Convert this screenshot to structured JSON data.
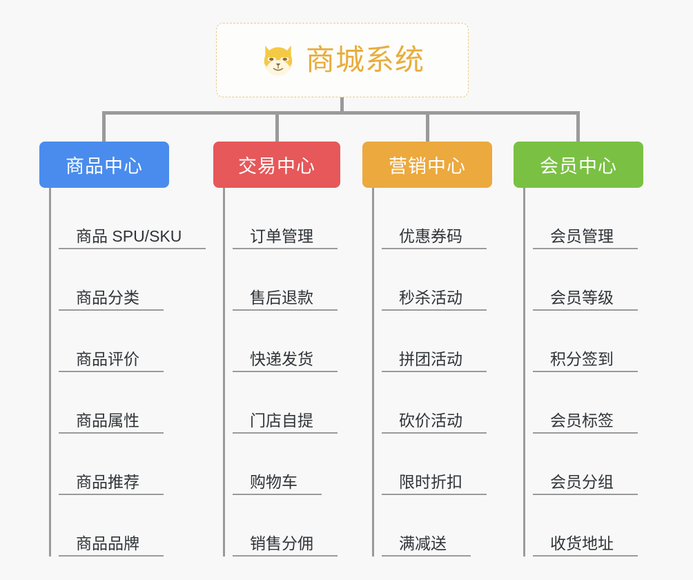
{
  "canvas": {
    "background_color": "#f8f8f8",
    "connector_color": "#9a9a9a"
  },
  "root": {
    "title": "商城系统",
    "icon": "shiba-dog-icon",
    "title_color": "#e8ad3c",
    "border_color": "#e8c98a"
  },
  "branches": [
    {
      "title": "商品中心",
      "color": "#4a8ced",
      "items": [
        "商品 SPU/SKU",
        "商品分类",
        "商品评价",
        "商品属性",
        "商品推荐",
        "商品品牌"
      ]
    },
    {
      "title": "交易中心",
      "color": "#e6585a",
      "items": [
        "订单管理",
        "售后退款",
        "快递发货",
        "门店自提",
        "购物车",
        "销售分佣"
      ]
    },
    {
      "title": "营销中心",
      "color": "#eca93e",
      "items": [
        "优惠券码",
        "秒杀活动",
        "拼团活动",
        "砍价活动",
        "限时折扣",
        "满减送"
      ]
    },
    {
      "title": "会员中心",
      "color": "#7ac143",
      "items": [
        "会员管理",
        "会员等级",
        "积分签到",
        "会员标签",
        "会员分组",
        "收货地址"
      ]
    }
  ]
}
